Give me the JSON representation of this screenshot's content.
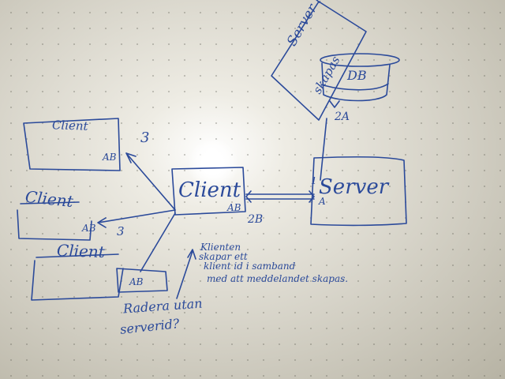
{
  "whiteboard": {
    "nodes": {
      "client_main": "Client",
      "server": "Server",
      "db": "DB",
      "client_top": "Client",
      "client_mid": "Client",
      "client_low": "Client",
      "server_id_line1": "Server id",
      "server_id_line2": "skapas"
    },
    "labels": {
      "a_b": "AB",
      "a_b_top": "AB",
      "a_b_mid": "AB",
      "a_b_low": "AB",
      "a": "A",
      "one": "1",
      "two_a": "2A",
      "two_b": "2B",
      "three_top": "3",
      "three_mid": "3"
    },
    "note": {
      "line1": "Klienten",
      "line2": "skapar ett",
      "line3": "klient id i samband",
      "line4": "med att meddelandet skapas."
    },
    "question": {
      "line1": "Radera utan",
      "line2": "serverid?"
    }
  },
  "colors": {
    "ink": "#2b4a9a",
    "board": "#e6e4dc"
  }
}
